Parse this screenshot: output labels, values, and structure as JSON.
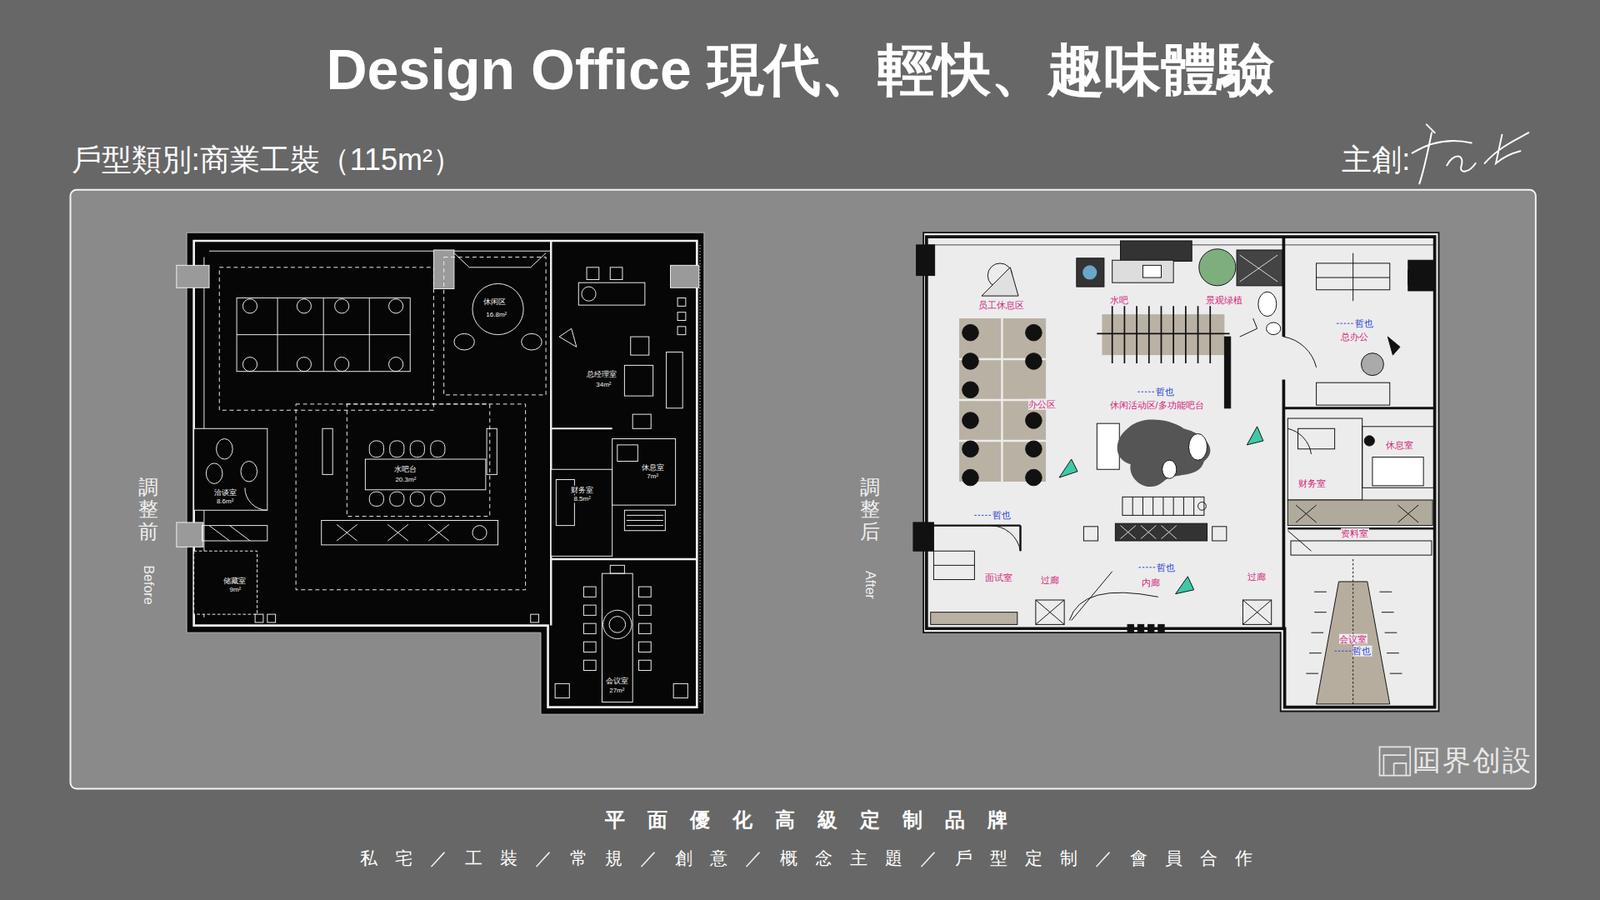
{
  "diagram": {
    "title": "Design Office 現代、輕快、趣味體驗",
    "labels": [
      "戶型類別:商業工裝（115m²）",
      "主創:",
      "調整前",
      "Before",
      "調整后",
      "After",
      "休闲区",
      "16.8m²",
      "总经理室",
      "34m²",
      "水吧台",
      "20.3m²",
      "洽谈室",
      "8.6m²",
      "储藏室",
      "9m²",
      "财务室",
      "8.5m²",
      "休息室",
      "7m²",
      "会议室",
      "27m²",
      "员工休息区",
      "水吧",
      "景观绿植",
      "总办公",
      "哲也",
      "办公区",
      "休闲活动区/多功能吧台",
      "哲也",
      "休息室",
      "财务室",
      "资料室",
      "哲也",
      "面试室",
      "过廊",
      "内廊",
      "哲也",
      "过廊",
      "会议室",
      "哲也",
      "囸界创設",
      "平面優化高級定制品牌",
      "私宅／工裝／常規／創意／概念主題／戶型定制／會員合作"
    ]
  }
}
